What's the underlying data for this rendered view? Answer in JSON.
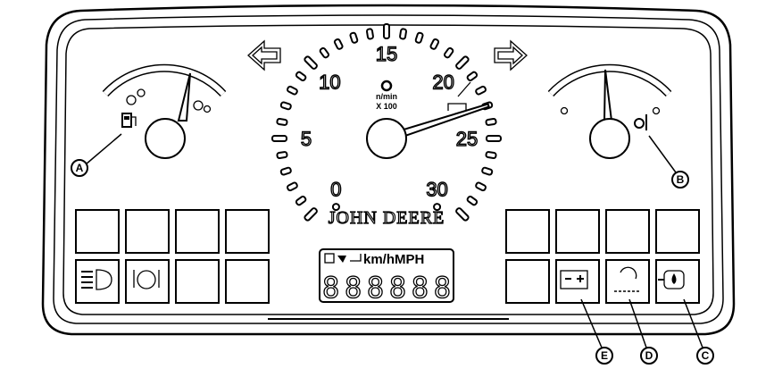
{
  "tachometer": {
    "labels": [
      "0",
      "5",
      "10",
      "15",
      "20",
      "25",
      "30"
    ],
    "unit": "n/min",
    "multiplier": "X 100",
    "min": 0,
    "max": 30,
    "needle_value": 23
  },
  "brand": "JOHN DEERE",
  "lcd": {
    "units": "km/hMPH",
    "digits": "888888"
  },
  "fuel_gauge": {
    "icon": "fuel-pump-icon",
    "needle_fraction": 0.85
  },
  "coolant_gauge": {
    "icon": "coolant-temperature-icon",
    "needle_fraction": 0.45
  },
  "indicators": {
    "left": [
      "headlight-icon",
      "park-brake-icon"
    ],
    "right": [
      "battery-icon",
      "air-filter-icon",
      "oil-pressure-icon"
    ]
  },
  "turn_signals": [
    "left-arrow-icon",
    "right-arrow-icon"
  ],
  "callouts": [
    "A",
    "B",
    "C",
    "D",
    "E"
  ]
}
